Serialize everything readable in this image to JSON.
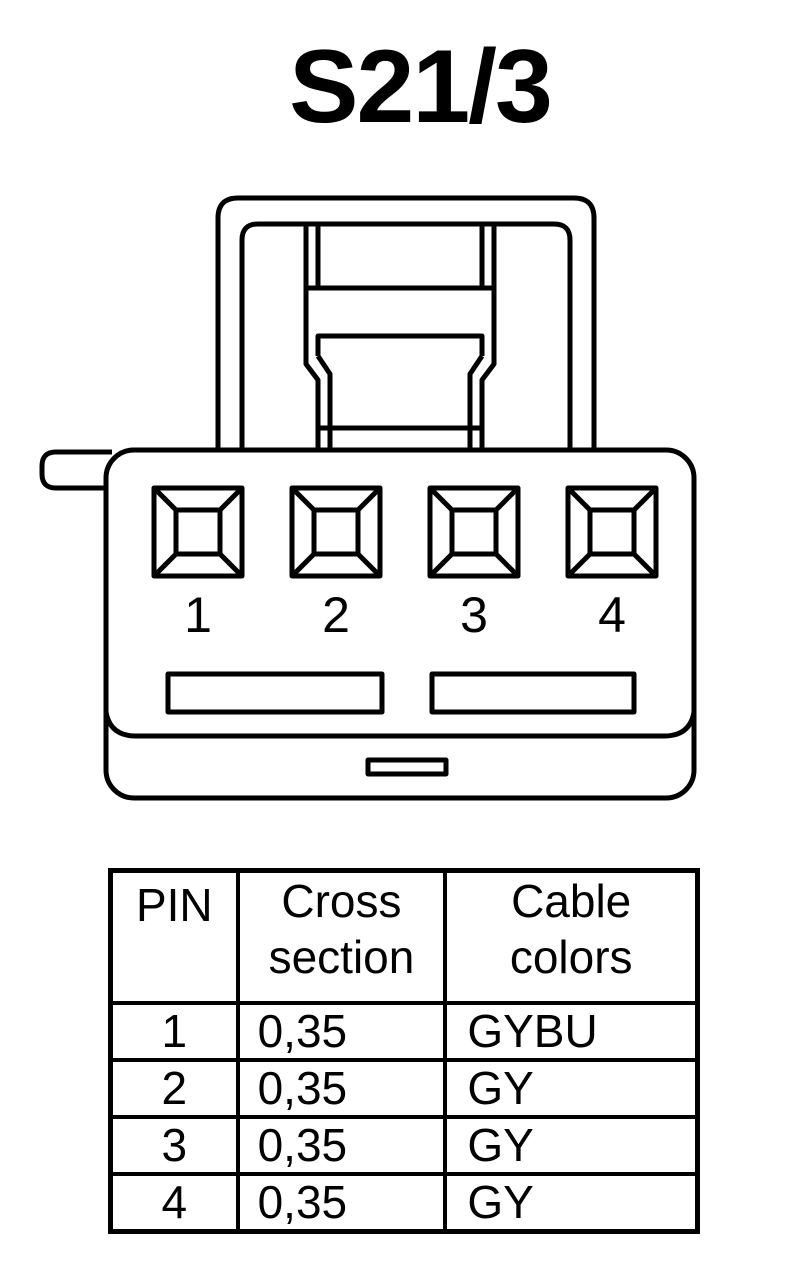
{
  "title": "S21/3",
  "connector": {
    "pin_labels": [
      "1",
      "2",
      "3",
      "4"
    ]
  },
  "table": {
    "headers": {
      "pin": "PIN",
      "cross_section": [
        "Cross",
        "section"
      ],
      "cable_colors": [
        "Cable",
        "colors"
      ]
    },
    "rows": [
      {
        "pin": "1",
        "cross_section": "0,35",
        "color": "GYBU"
      },
      {
        "pin": "2",
        "cross_section": "0,35",
        "color": "GY"
      },
      {
        "pin": "3",
        "cross_section": "0,35",
        "color": "GY"
      },
      {
        "pin": "4",
        "cross_section": "0,35",
        "color": "GY"
      }
    ]
  }
}
